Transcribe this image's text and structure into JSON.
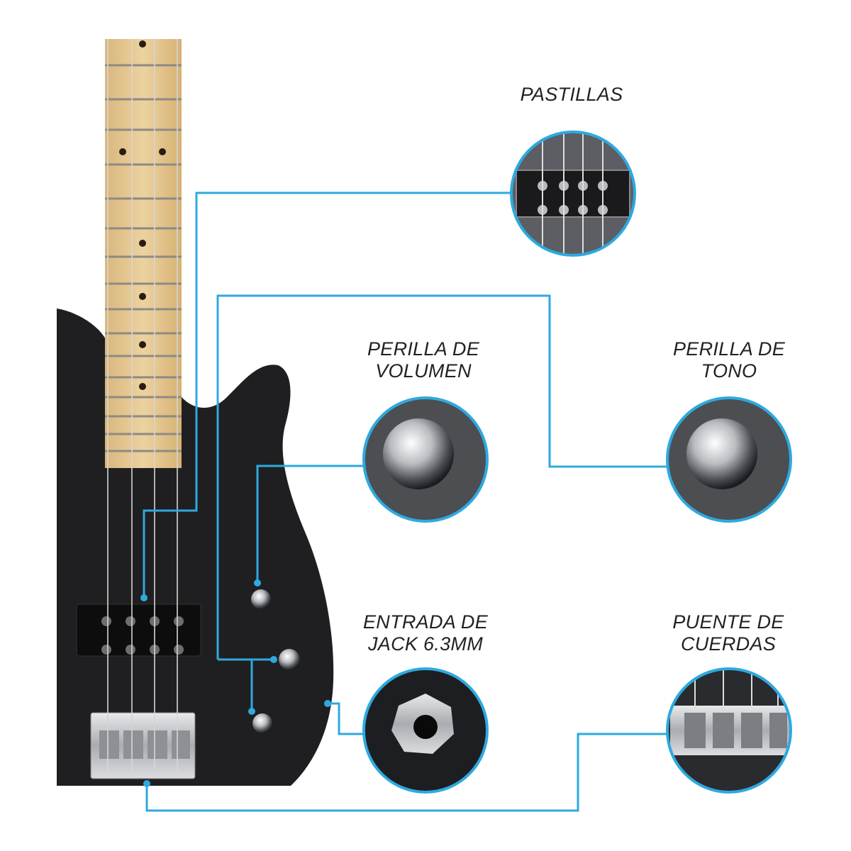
{
  "accent_color": "#2ea9df",
  "labels": {
    "pickups": {
      "line1": "PASTILLAS"
    },
    "volume": {
      "line1": "PERILLA DE",
      "line2": "VOLUMEN"
    },
    "tone": {
      "line1": "PERILLA DE",
      "line2": "TONO"
    },
    "jack": {
      "line1": "ENTRADA DE",
      "line2": "JACK 6.3MM"
    },
    "bridge": {
      "line1": "PUENTE DE",
      "line2": "CUERDAS"
    }
  }
}
